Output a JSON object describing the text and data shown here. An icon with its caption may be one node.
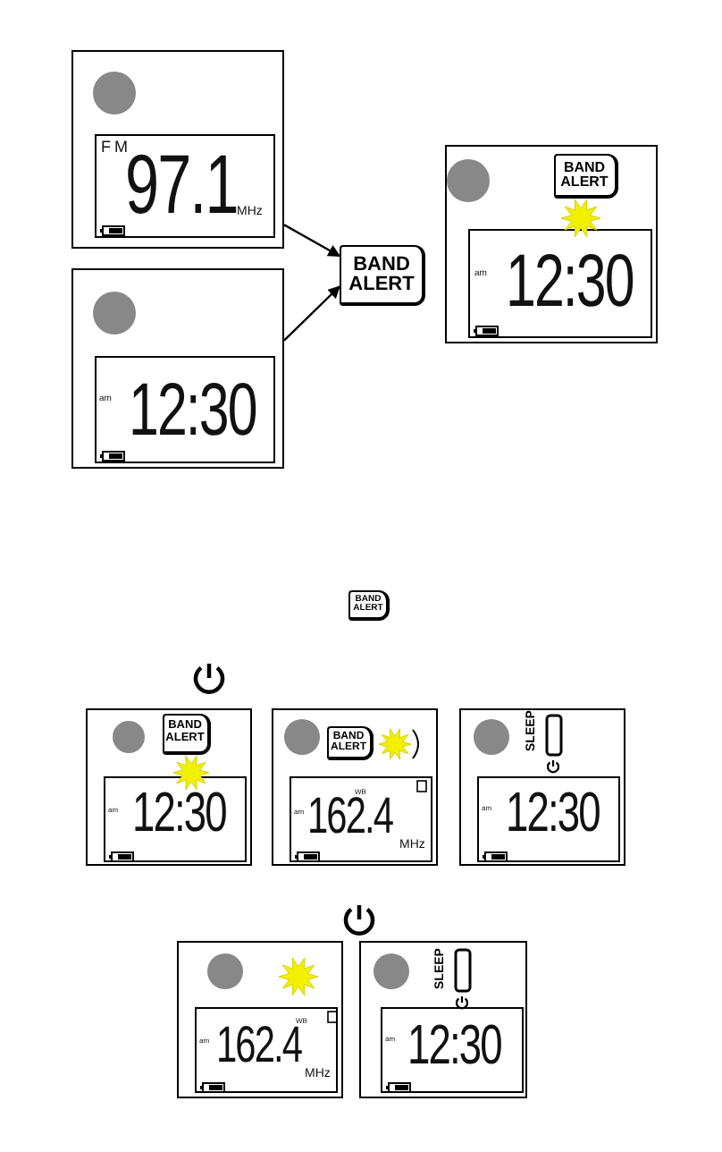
{
  "diagram": {
    "nodes": [
      {
        "text": [
          "FM",
          "97.1",
          "MHz"
        ]
      },
      {
        "text": [
          "BAND ALERT",
          "am",
          "12:30"
        ]
      },
      {
        "text": [
          "BAND ALERT"
        ]
      },
      {
        "text": [
          "am",
          "12:30"
        ]
      },
      {
        "text": [
          "BAND ALERT"
        ]
      },
      {
        "text": [
          "BAND ALERT",
          "am",
          "12:30"
        ]
      },
      {
        "text": [
          "BAND ALERT",
          "WB",
          "am",
          "162.4",
          "MHz"
        ]
      },
      {
        "text": [
          "SLEEP",
          "am",
          "12:30"
        ]
      },
      {
        "text": [
          "WB",
          "am",
          "162.4",
          "MHz"
        ]
      },
      {
        "text": [
          "SLEEP",
          "am",
          "12:30"
        ]
      }
    ],
    "edges": [
      {
        "from": 0,
        "to": 2,
        "arrow": "to"
      },
      {
        "from": 3,
        "to": 2,
        "arrow": "to"
      }
    ]
  }
}
